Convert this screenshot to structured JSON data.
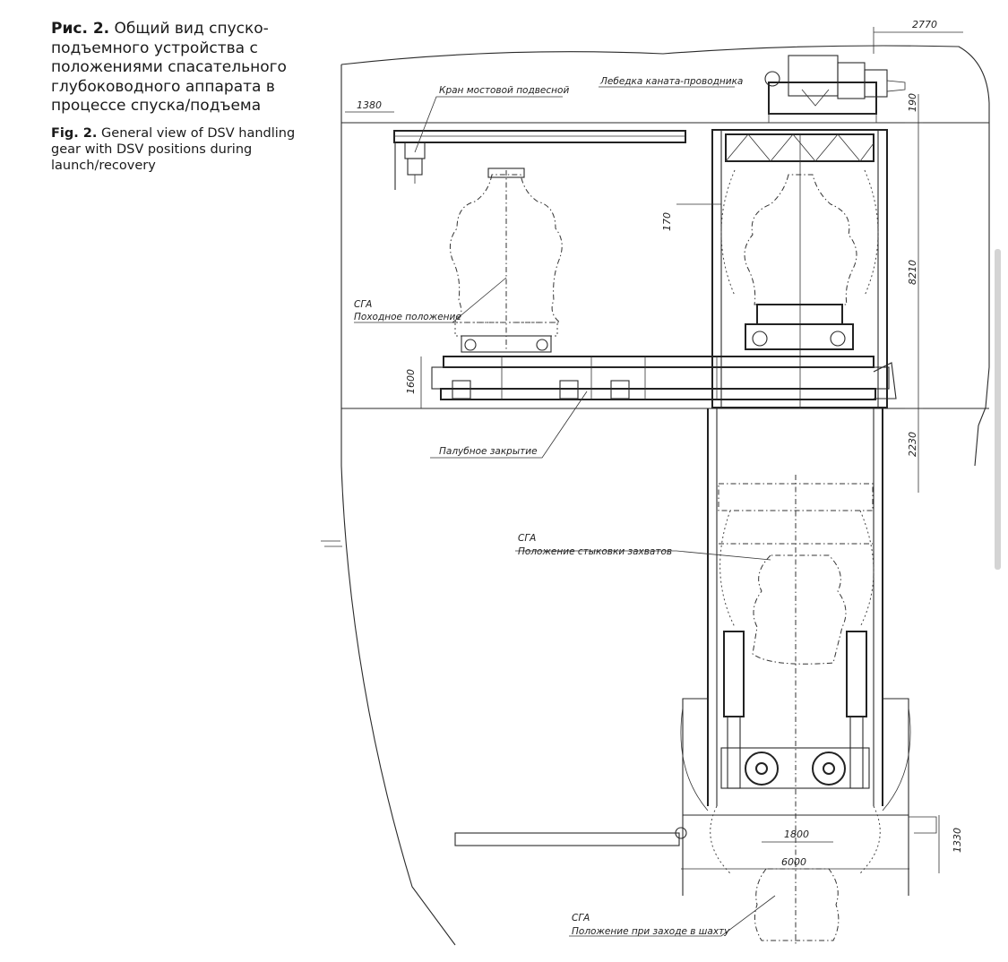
{
  "caption": {
    "ru_label": "Рис. 2.",
    "ru_text": "Общий вид спуско-подъемного устройства с положениями спасательного глубоководного аппарата в процессе спуска/подъема",
    "en_label": "Fig. 2.",
    "en_text": "General view of DSV handling gear with DSV positions during launch/recovery"
  },
  "labels": {
    "crane": "Кран мостовой подвесной",
    "winch": "Лебедка каната-проводника",
    "sga_1": "СГА",
    "sga_1_desc": "Походное положение",
    "deck_cover": "Палубное закрытие",
    "sga_2": "СГА",
    "sga_2_desc": "Положение стыковки захватов",
    "sga_3": "СГА",
    "sga_3_desc": "Положение при заходе в шахту"
  },
  "dimensions": {
    "d2770": "2770",
    "d1380": "1380",
    "d190": "190",
    "d170": "170",
    "d8210": "8210",
    "d1600": "1600",
    "d2230": "2230",
    "d1800": "1800",
    "d6000": "6000",
    "d1330": "1330"
  },
  "colors": {
    "line": "#2a2a2a",
    "text": "#1a1a1a"
  }
}
